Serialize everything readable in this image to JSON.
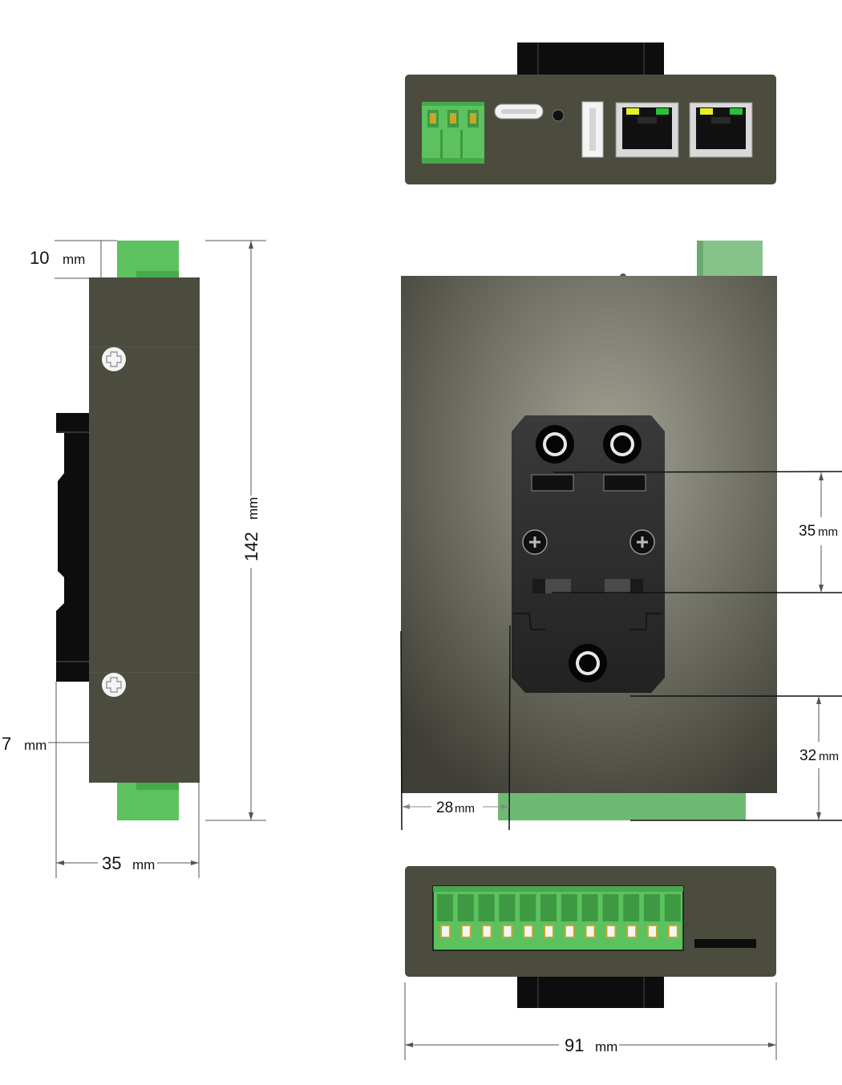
{
  "dimensions": {
    "top_terminal": {
      "value": "10",
      "unit": "mm"
    },
    "height": {
      "value": "142",
      "unit": "mm"
    },
    "rail_offset": {
      "value": "7",
      "unit": "mm"
    },
    "depth": {
      "value": "35",
      "unit": "mm"
    },
    "width": {
      "value": "91",
      "unit": "mm"
    },
    "rail_spacing": {
      "value": "35",
      "unit": "mm"
    },
    "bottom_offset": {
      "value": "32",
      "unit": "mm"
    },
    "side_offset": {
      "value": "28",
      "unit": "mm"
    }
  },
  "colors": {
    "housing": "#4b4c3d",
    "terminal_green": "#5bc25f",
    "terminal_yellow": "#c9a52a",
    "led_yellow": "#e6ef2a",
    "led_green": "#27c23a",
    "rail_black": "#0d0d0d",
    "bracket": "#2f2f2f"
  },
  "components": {
    "top_view": [
      "3-pin-terminal",
      "usb-c-port",
      "reset-hole",
      "usb-a-port",
      "rj45-port",
      "rj45-port"
    ],
    "bottom_view": [
      "12-pin-terminal",
      "sim-slot"
    ]
  }
}
